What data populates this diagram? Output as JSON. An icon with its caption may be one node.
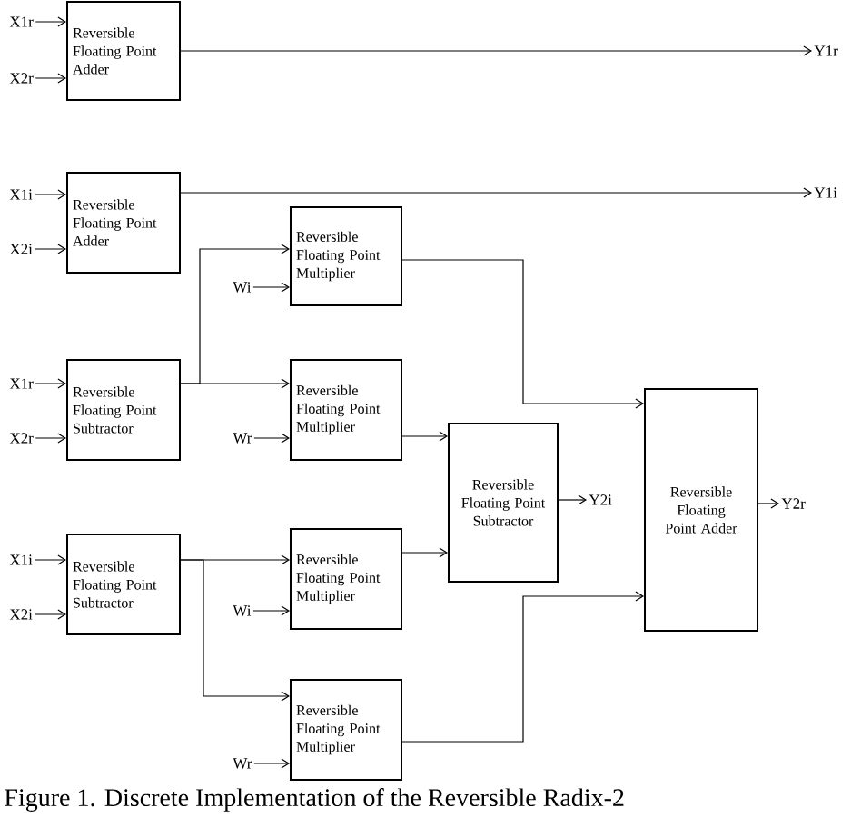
{
  "diagram": {
    "caption": "Figure 1. Discrete Implementation of the Reversible Radix-2",
    "nodes": [
      {
        "text": [
          "X1r"
        ]
      },
      {
        "text": [
          "X2r"
        ]
      },
      {
        "text": [
          "Reversible Floating Point Adder"
        ]
      },
      {
        "text": [
          "Y1r"
        ]
      },
      {
        "text": [
          "X1i"
        ]
      },
      {
        "text": [
          "X2i"
        ]
      },
      {
        "text": [
          "Reversible Floating Point Adder"
        ]
      },
      {
        "text": [
          "Y1i"
        ]
      },
      {
        "text": [
          "Reversible Floating Point Multiplier"
        ]
      },
      {
        "text": [
          "Wi"
        ]
      },
      {
        "text": [
          "X1r"
        ]
      },
      {
        "text": [
          "X2r"
        ]
      },
      {
        "text": [
          "Reversible Floating Point Subtractor"
        ]
      },
      {
        "text": [
          "Reversible Floating Point Multiplier"
        ]
      },
      {
        "text": [
          "Wr"
        ]
      },
      {
        "text": [
          "Reversible Floating Point Subtractor"
        ]
      },
      {
        "text": [
          "Y2i"
        ]
      },
      {
        "text": [
          "Reversible Floating Point Adder"
        ]
      },
      {
        "text": [
          "Y2r"
        ]
      },
      {
        "text": [
          "X1i"
        ]
      },
      {
        "text": [
          "X2i"
        ]
      },
      {
        "text": [
          "Reversible Floating Point Subtractor"
        ]
      },
      {
        "text": [
          "Reversible Floating Point Multiplier"
        ]
      },
      {
        "text": [
          "Wi"
        ]
      },
      {
        "text": [
          "Reversible Floating Point Multiplier"
        ]
      },
      {
        "text": [
          "Wr"
        ]
      }
    ],
    "edges": [
      {
        "from": 0,
        "to": 2,
        "arrow": "to"
      },
      {
        "from": 1,
        "to": 2,
        "arrow": "to"
      },
      {
        "from": 2,
        "to": 3,
        "arrow": "to"
      },
      {
        "from": 4,
        "to": 6,
        "arrow": "to"
      },
      {
        "from": 5,
        "to": 6,
        "arrow": "to"
      },
      {
        "from": 6,
        "to": 7,
        "arrow": "to"
      },
      {
        "from": 12,
        "to": 8,
        "arrow": "to"
      },
      {
        "from": 9,
        "to": 8,
        "arrow": "to"
      },
      {
        "from": 10,
        "to": 12,
        "arrow": "to"
      },
      {
        "from": 11,
        "to": 12,
        "arrow": "to"
      },
      {
        "from": 12,
        "to": 13,
        "arrow": "to"
      },
      {
        "from": 14,
        "to": 13,
        "arrow": "to"
      },
      {
        "from": 8,
        "to": 17,
        "arrow": "to"
      },
      {
        "from": 13,
        "to": 15,
        "arrow": "to"
      },
      {
        "from": 15,
        "to": 16,
        "arrow": "to"
      },
      {
        "from": 17,
        "to": 18,
        "arrow": "to"
      },
      {
        "from": 19,
        "to": 21,
        "arrow": "to"
      },
      {
        "from": 20,
        "to": 21,
        "arrow": "to"
      },
      {
        "from": 21,
        "to": 22,
        "arrow": "to"
      },
      {
        "from": 21,
        "to": 24,
        "arrow": "to"
      },
      {
        "from": 23,
        "to": 22,
        "arrow": "to"
      },
      {
        "from": 25,
        "to": 24,
        "arrow": "to"
      },
      {
        "from": 22,
        "to": 15,
        "arrow": "to"
      },
      {
        "from": 24,
        "to": 17,
        "arrow": "to"
      }
    ]
  }
}
